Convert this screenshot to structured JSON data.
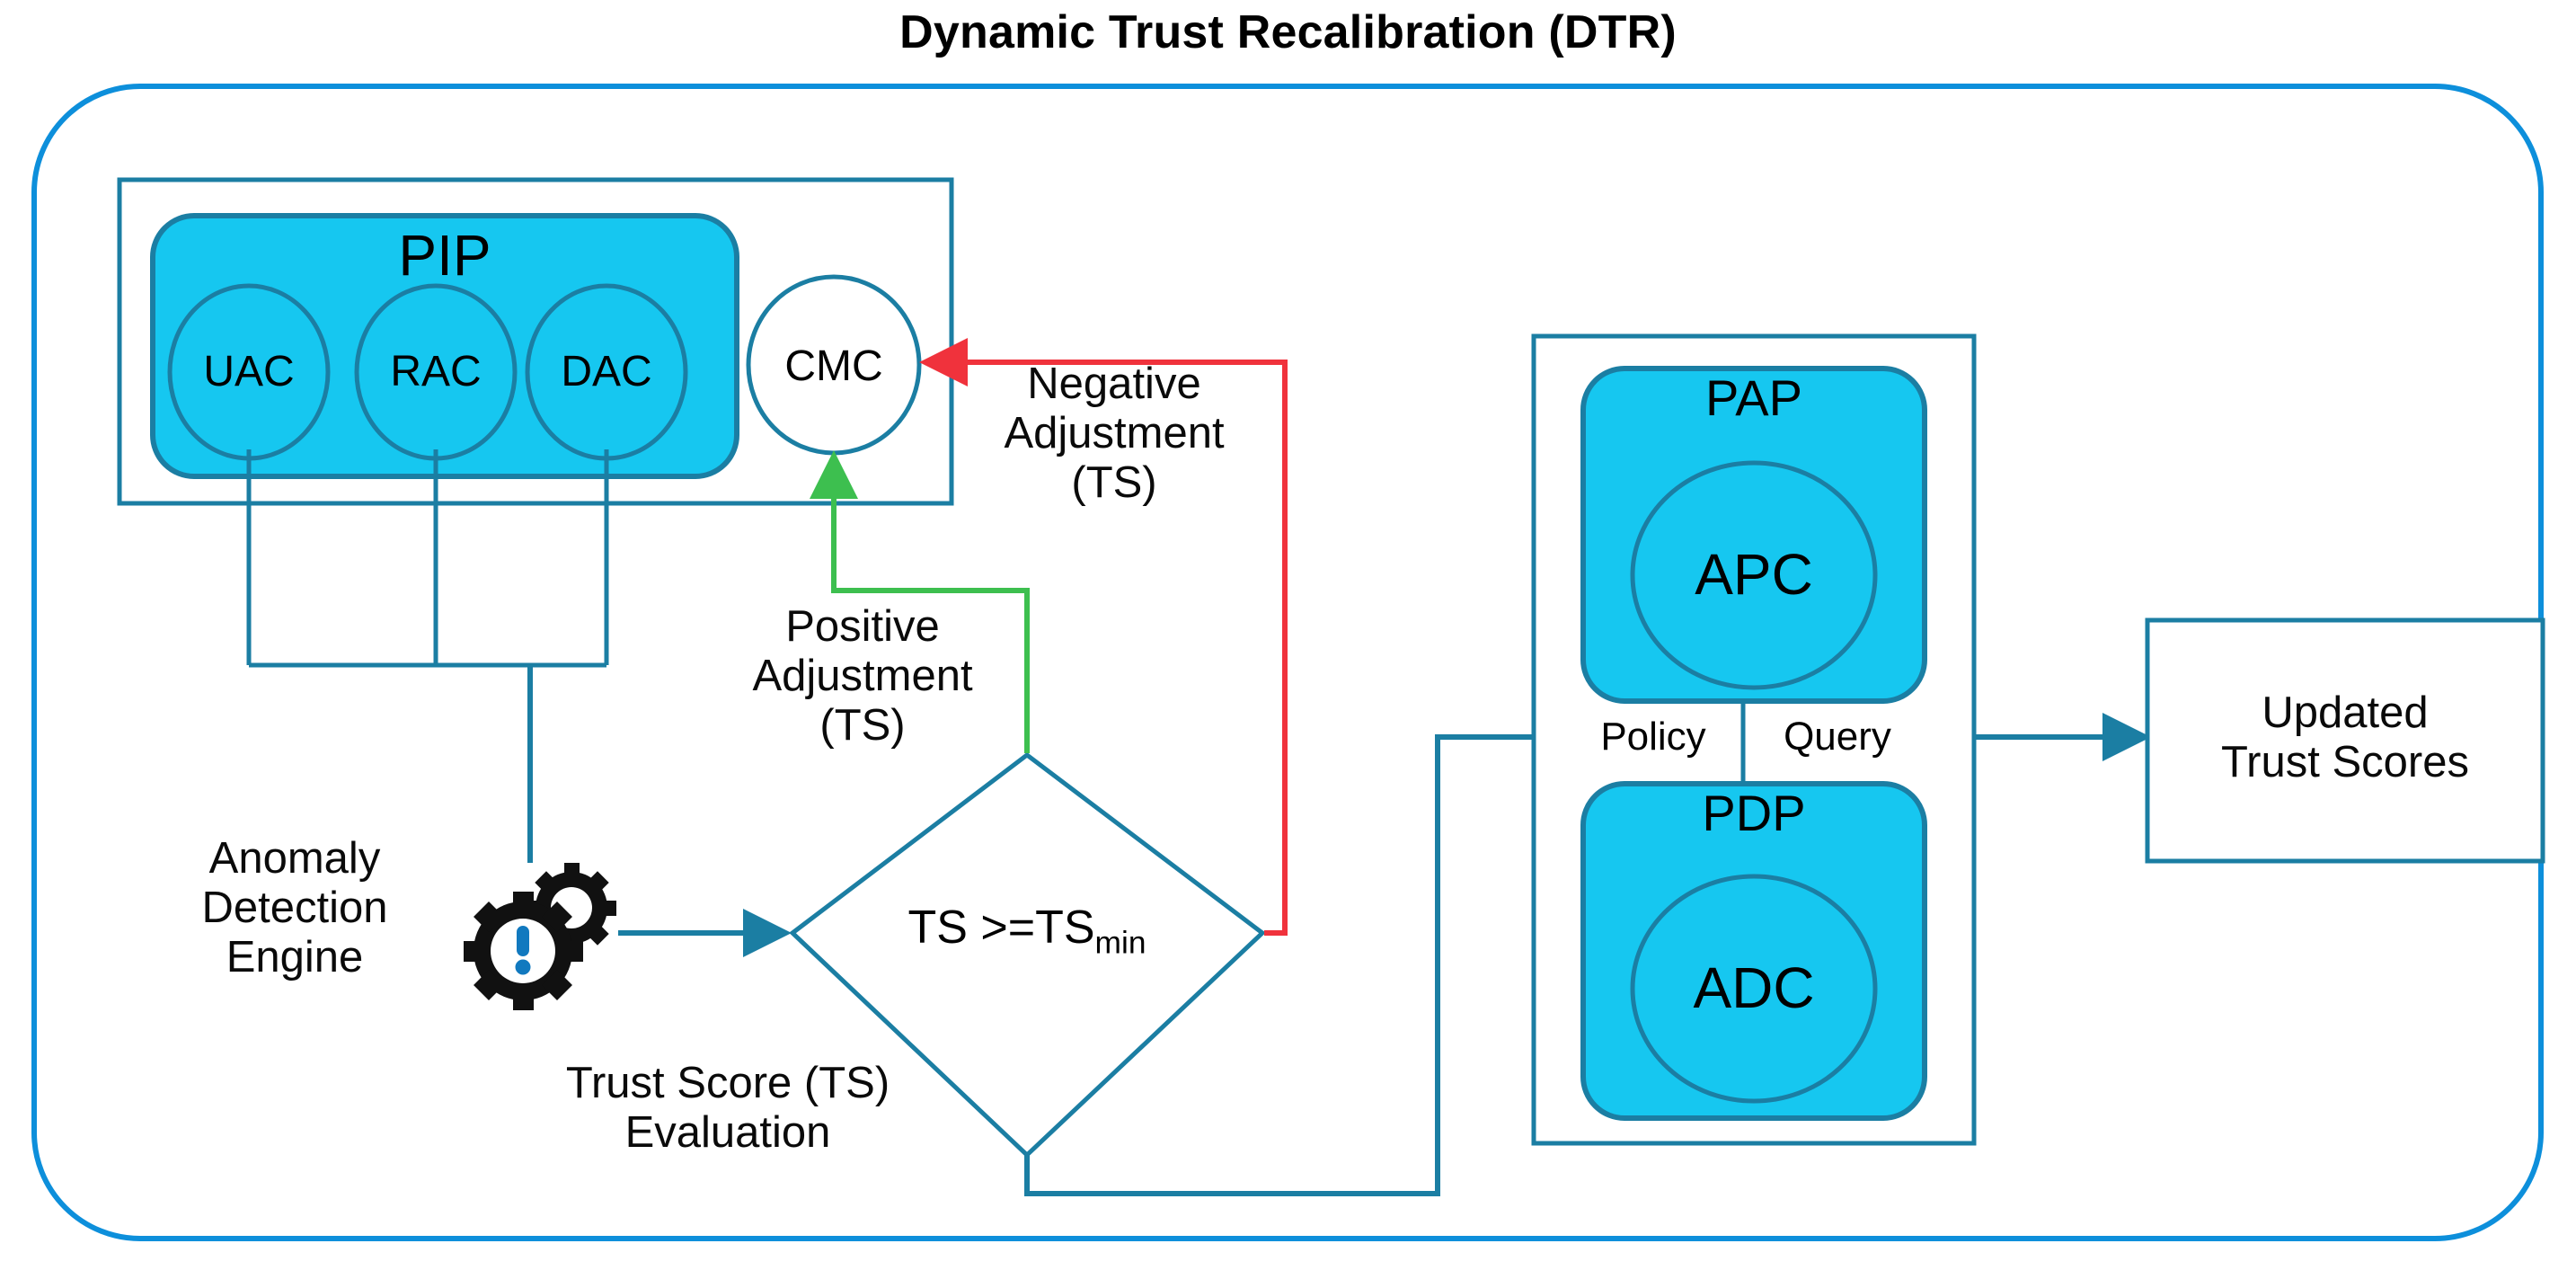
{
  "title": "Dynamic Trust Recalibration (DTR)",
  "colors": {
    "outer_border": "#0d8fdb",
    "node_fill": "#16c7f0",
    "node_stroke": "#1b7ea3",
    "connector": "#1b7ea3",
    "positive": "#3dbf4f",
    "negative": "#f0323c",
    "text": "#000000",
    "icon_dark": "#111111",
    "icon_accent": "#1179bf"
  },
  "pip_group": {
    "title": "PIP",
    "attributes": [
      {
        "label": "UAC"
      },
      {
        "label": "RAC"
      },
      {
        "label": "DAC"
      }
    ],
    "monitor": {
      "label": "CMC"
    }
  },
  "anomaly": {
    "label": "Anomaly\nDetection\nEngine",
    "icon": "gears-alert-icon"
  },
  "decision": {
    "expression_main": "TS >=TS",
    "expression_sub": "min",
    "caption": "Trust Score (TS)\nEvaluation"
  },
  "edges": {
    "negative": "Negative\nAdjustment\n(TS)",
    "positive": "Positive\nAdjustment\n(TS)"
  },
  "policy_group": {
    "pap": {
      "title": "PAP",
      "inner": "APC"
    },
    "pdp": {
      "title": "PDP",
      "inner": "ADC"
    },
    "link_left": "Policy",
    "link_right": "Query"
  },
  "output": {
    "label": "Updated\nTrust Scores"
  }
}
